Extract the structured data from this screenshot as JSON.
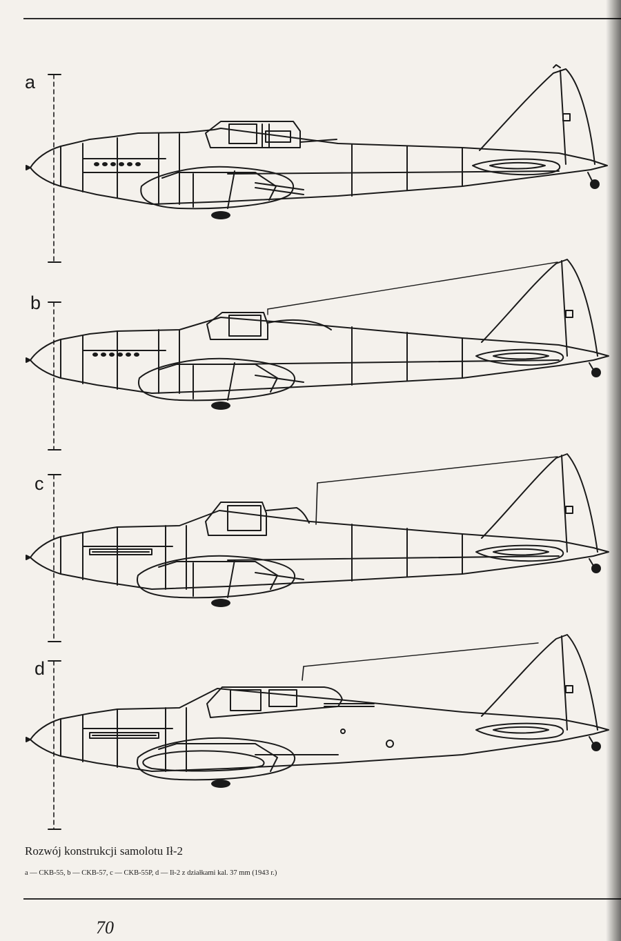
{
  "figure": {
    "variants": [
      {
        "id": "a",
        "label": "a"
      },
      {
        "id": "b",
        "label": "b"
      },
      {
        "id": "c",
        "label": "c"
      },
      {
        "id": "d",
        "label": "d"
      }
    ],
    "caption_title": "Rozwój konstrukcji samolotu Ił-2",
    "caption_subtitle": "a — CKB-55, b — CKB-57, c — CKB-55P, d — Ił-2 z działkami kal. 37 mm (1943 r.)"
  },
  "page_number": "70",
  "colors": {
    "paper": "#f4f1ec",
    "ink": "#1a1a1a"
  }
}
